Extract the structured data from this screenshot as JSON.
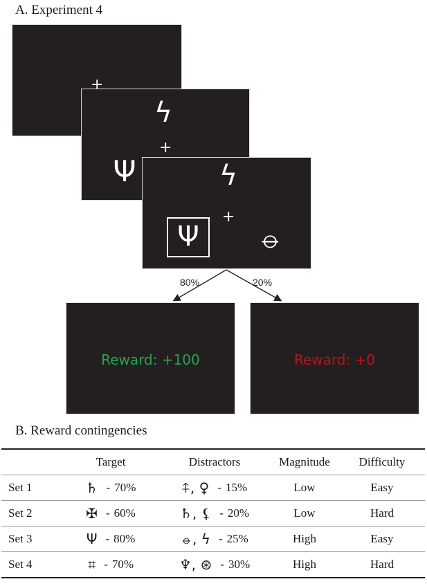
{
  "section_a_title": "A. Experiment 4",
  "section_b_title": "B. Reward contingencies",
  "fixation": "+",
  "screens": {
    "trial_top_glyph": "ϟ",
    "trial_target_glyph": "Ψ",
    "trial_distractor_glyph": "⦵"
  },
  "branches": {
    "left_prob": "80%",
    "right_prob": "20%",
    "reward_high_text": "Reward: +100",
    "reward_low_text": "Reward: +0",
    "reward_high_color": "#22a547",
    "reward_low_color": "#b8141b"
  },
  "table": {
    "headers": [
      "",
      "Target",
      "Distractors",
      "Magnitude",
      "Difficulty"
    ],
    "rows": [
      {
        "set": "Set 1",
        "target_sym": "♄",
        "target_pct": "70%",
        "distractor_syms": "⍏, ♀",
        "distractor_pct": "15%",
        "magnitude": "Low",
        "difficulty": "Easy"
      },
      {
        "set": "Set 2",
        "target_sym": "✠",
        "target_pct": "60%",
        "distractor_syms": "♄, ⚸",
        "distractor_pct": "20%",
        "magnitude": "Low",
        "difficulty": "Hard"
      },
      {
        "set": "Set 3",
        "target_sym": "Ψ",
        "target_pct": "80%",
        "distractor_syms": "⦵, ϟ",
        "distractor_pct": "25%",
        "magnitude": "High",
        "difficulty": "Easy"
      },
      {
        "set": "Set 4",
        "target_sym": "⌗",
        "target_pct": "70%",
        "distractor_syms": "♆, ⊛",
        "distractor_pct": "30%",
        "magnitude": "High",
        "difficulty": "Hard"
      }
    ]
  }
}
